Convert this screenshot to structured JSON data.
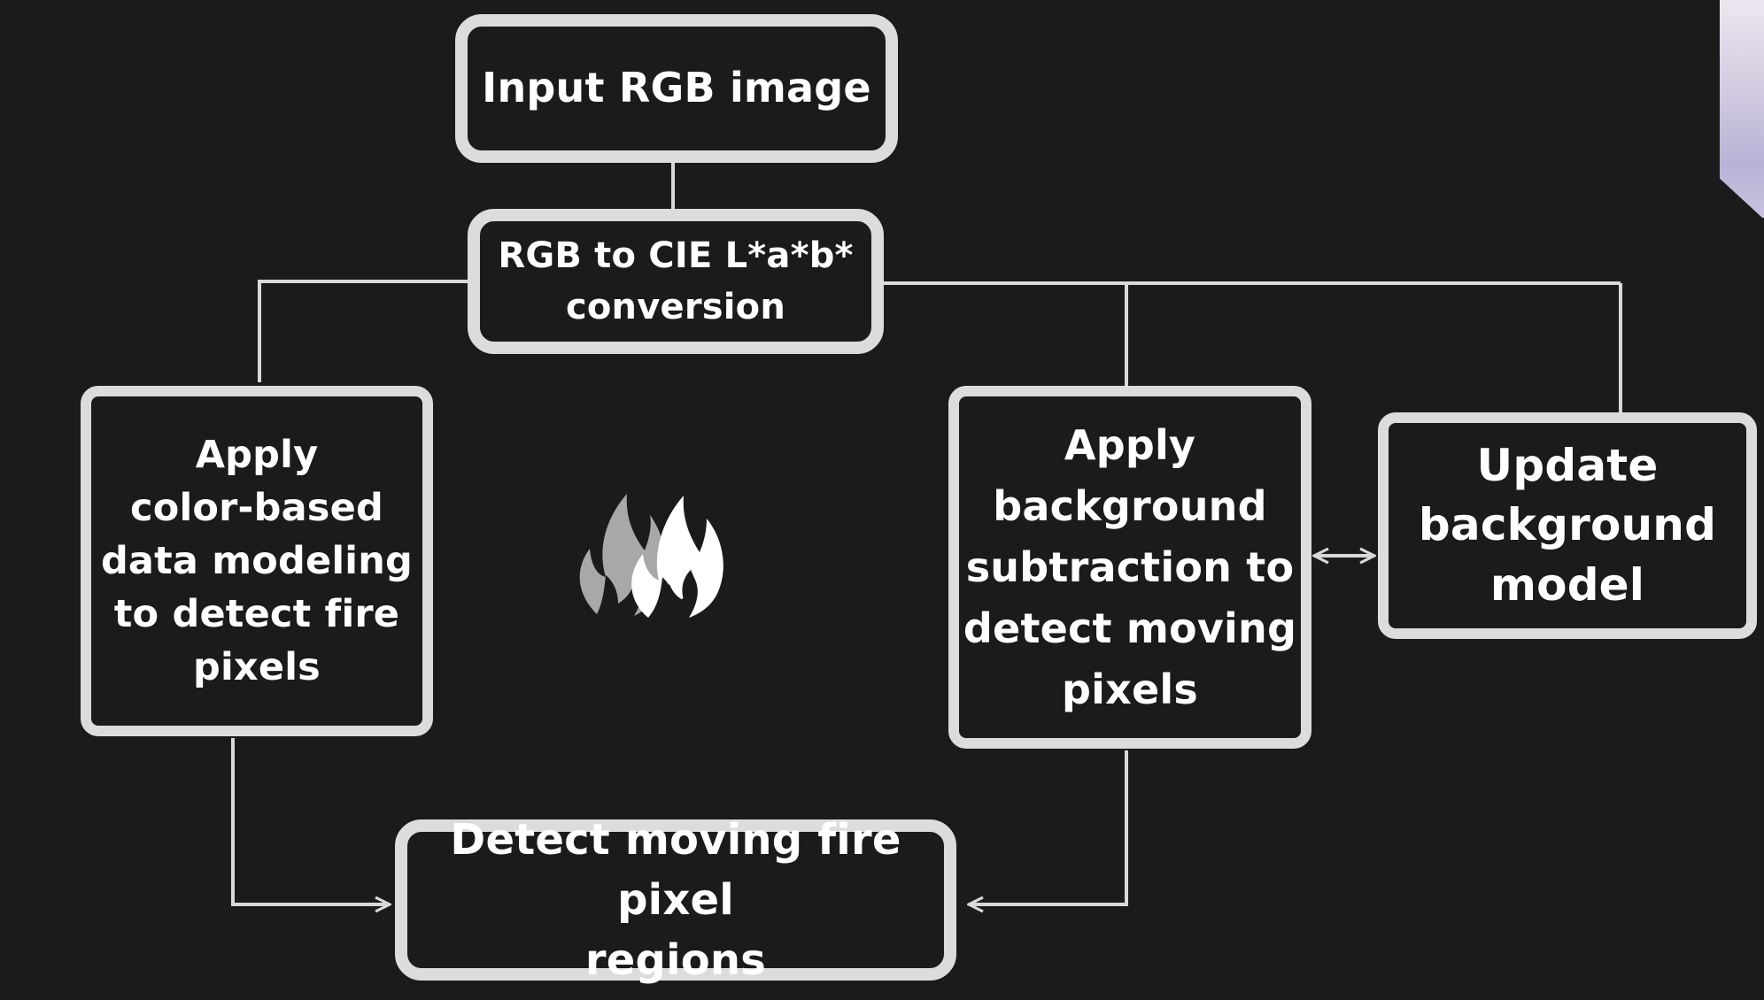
{
  "diagram": {
    "nodes": {
      "input": "Input RGB image",
      "convert": "RGB to CIE L*a*b*\nconversion",
      "color_model": "Apply\ncolor-based\ndata modeling\nto detect fire\npixels",
      "bg_subtraction": "Apply\nbackground\nsubtraction to\ndetect moving\npixels",
      "update_bg": "Update\nbackground\nmodel",
      "detect": "Detect moving fire pixel\nregions"
    },
    "icon": "fire-icon",
    "colors": {
      "background": "#1b1b1b",
      "box_border": "#dcdcdc",
      "text": "#ffffff",
      "connector": "#d9d9d9"
    }
  }
}
